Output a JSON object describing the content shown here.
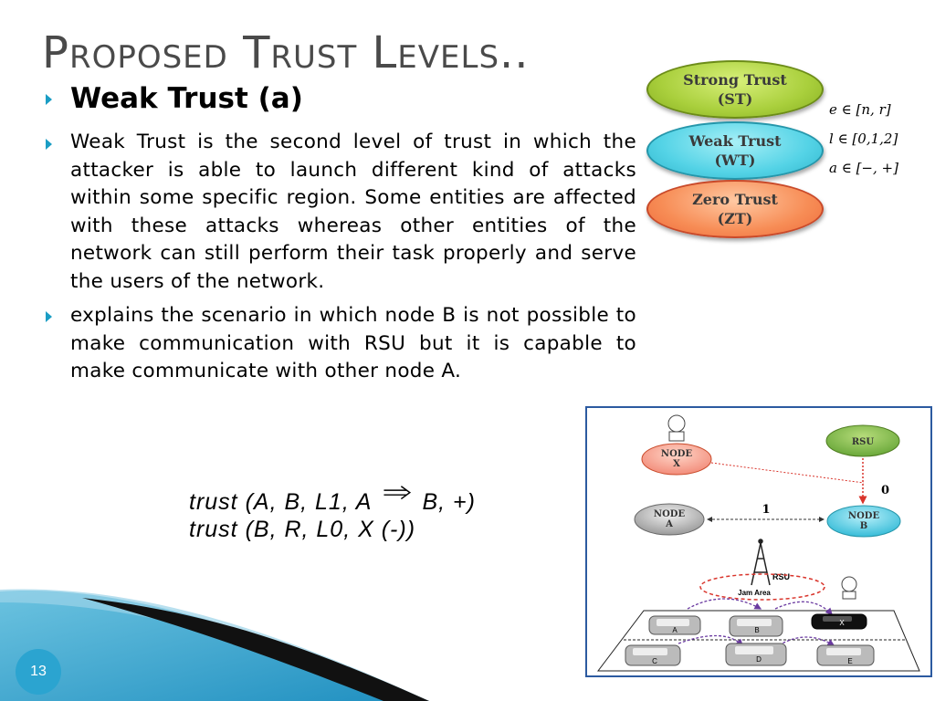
{
  "title": "Proposed Trust Levels..",
  "subhead": "Weak Trust (a)",
  "paragraphs": [
    "Weak Trust is the second level of trust in which the attacker is able to launch different kind of attacks within some specific region. Some entities are affected with these attacks whereas other entities of the network can still perform their task properly and serve the users of the network.",
    "explains the scenario in which node B is not possible to make communication with RSU but it is capable to make communicate with other node A."
  ],
  "trust_levels": {
    "strong": {
      "line1": "Strong Trust",
      "line2": "(ST)"
    },
    "weak": {
      "line1": "Weak Trust",
      "line2": "(WT)"
    },
    "zero": {
      "line1": "Zero Trust",
      "line2": "(ZT)"
    }
  },
  "math": {
    "e": "e ∈ [n, r]",
    "l": "l ∈ [0,1,2]",
    "a": "a ∈ [−, +]"
  },
  "formulas": {
    "line1_left": "trust (A, B, L1, A",
    "line1_right": "B, +)",
    "line2": "trust (B, R, L0, X (-))"
  },
  "diagram": {
    "node_x": [
      "NODE",
      "X"
    ],
    "rsu_top": "RSU",
    "node_a": [
      "NODE",
      "A"
    ],
    "node_b": [
      "NODE",
      "B"
    ],
    "link_ab": "1",
    "link_rsu_b": "0",
    "tower_label": "RSU",
    "jam_label": "Jam  Area",
    "cars": [
      "A",
      "B",
      "X",
      "C",
      "D",
      "E"
    ]
  },
  "colors": {
    "accent": "#1a9dc4",
    "title": "#4a4a4a",
    "diagram_border": "#2c5aa0"
  },
  "slide_number": "13"
}
